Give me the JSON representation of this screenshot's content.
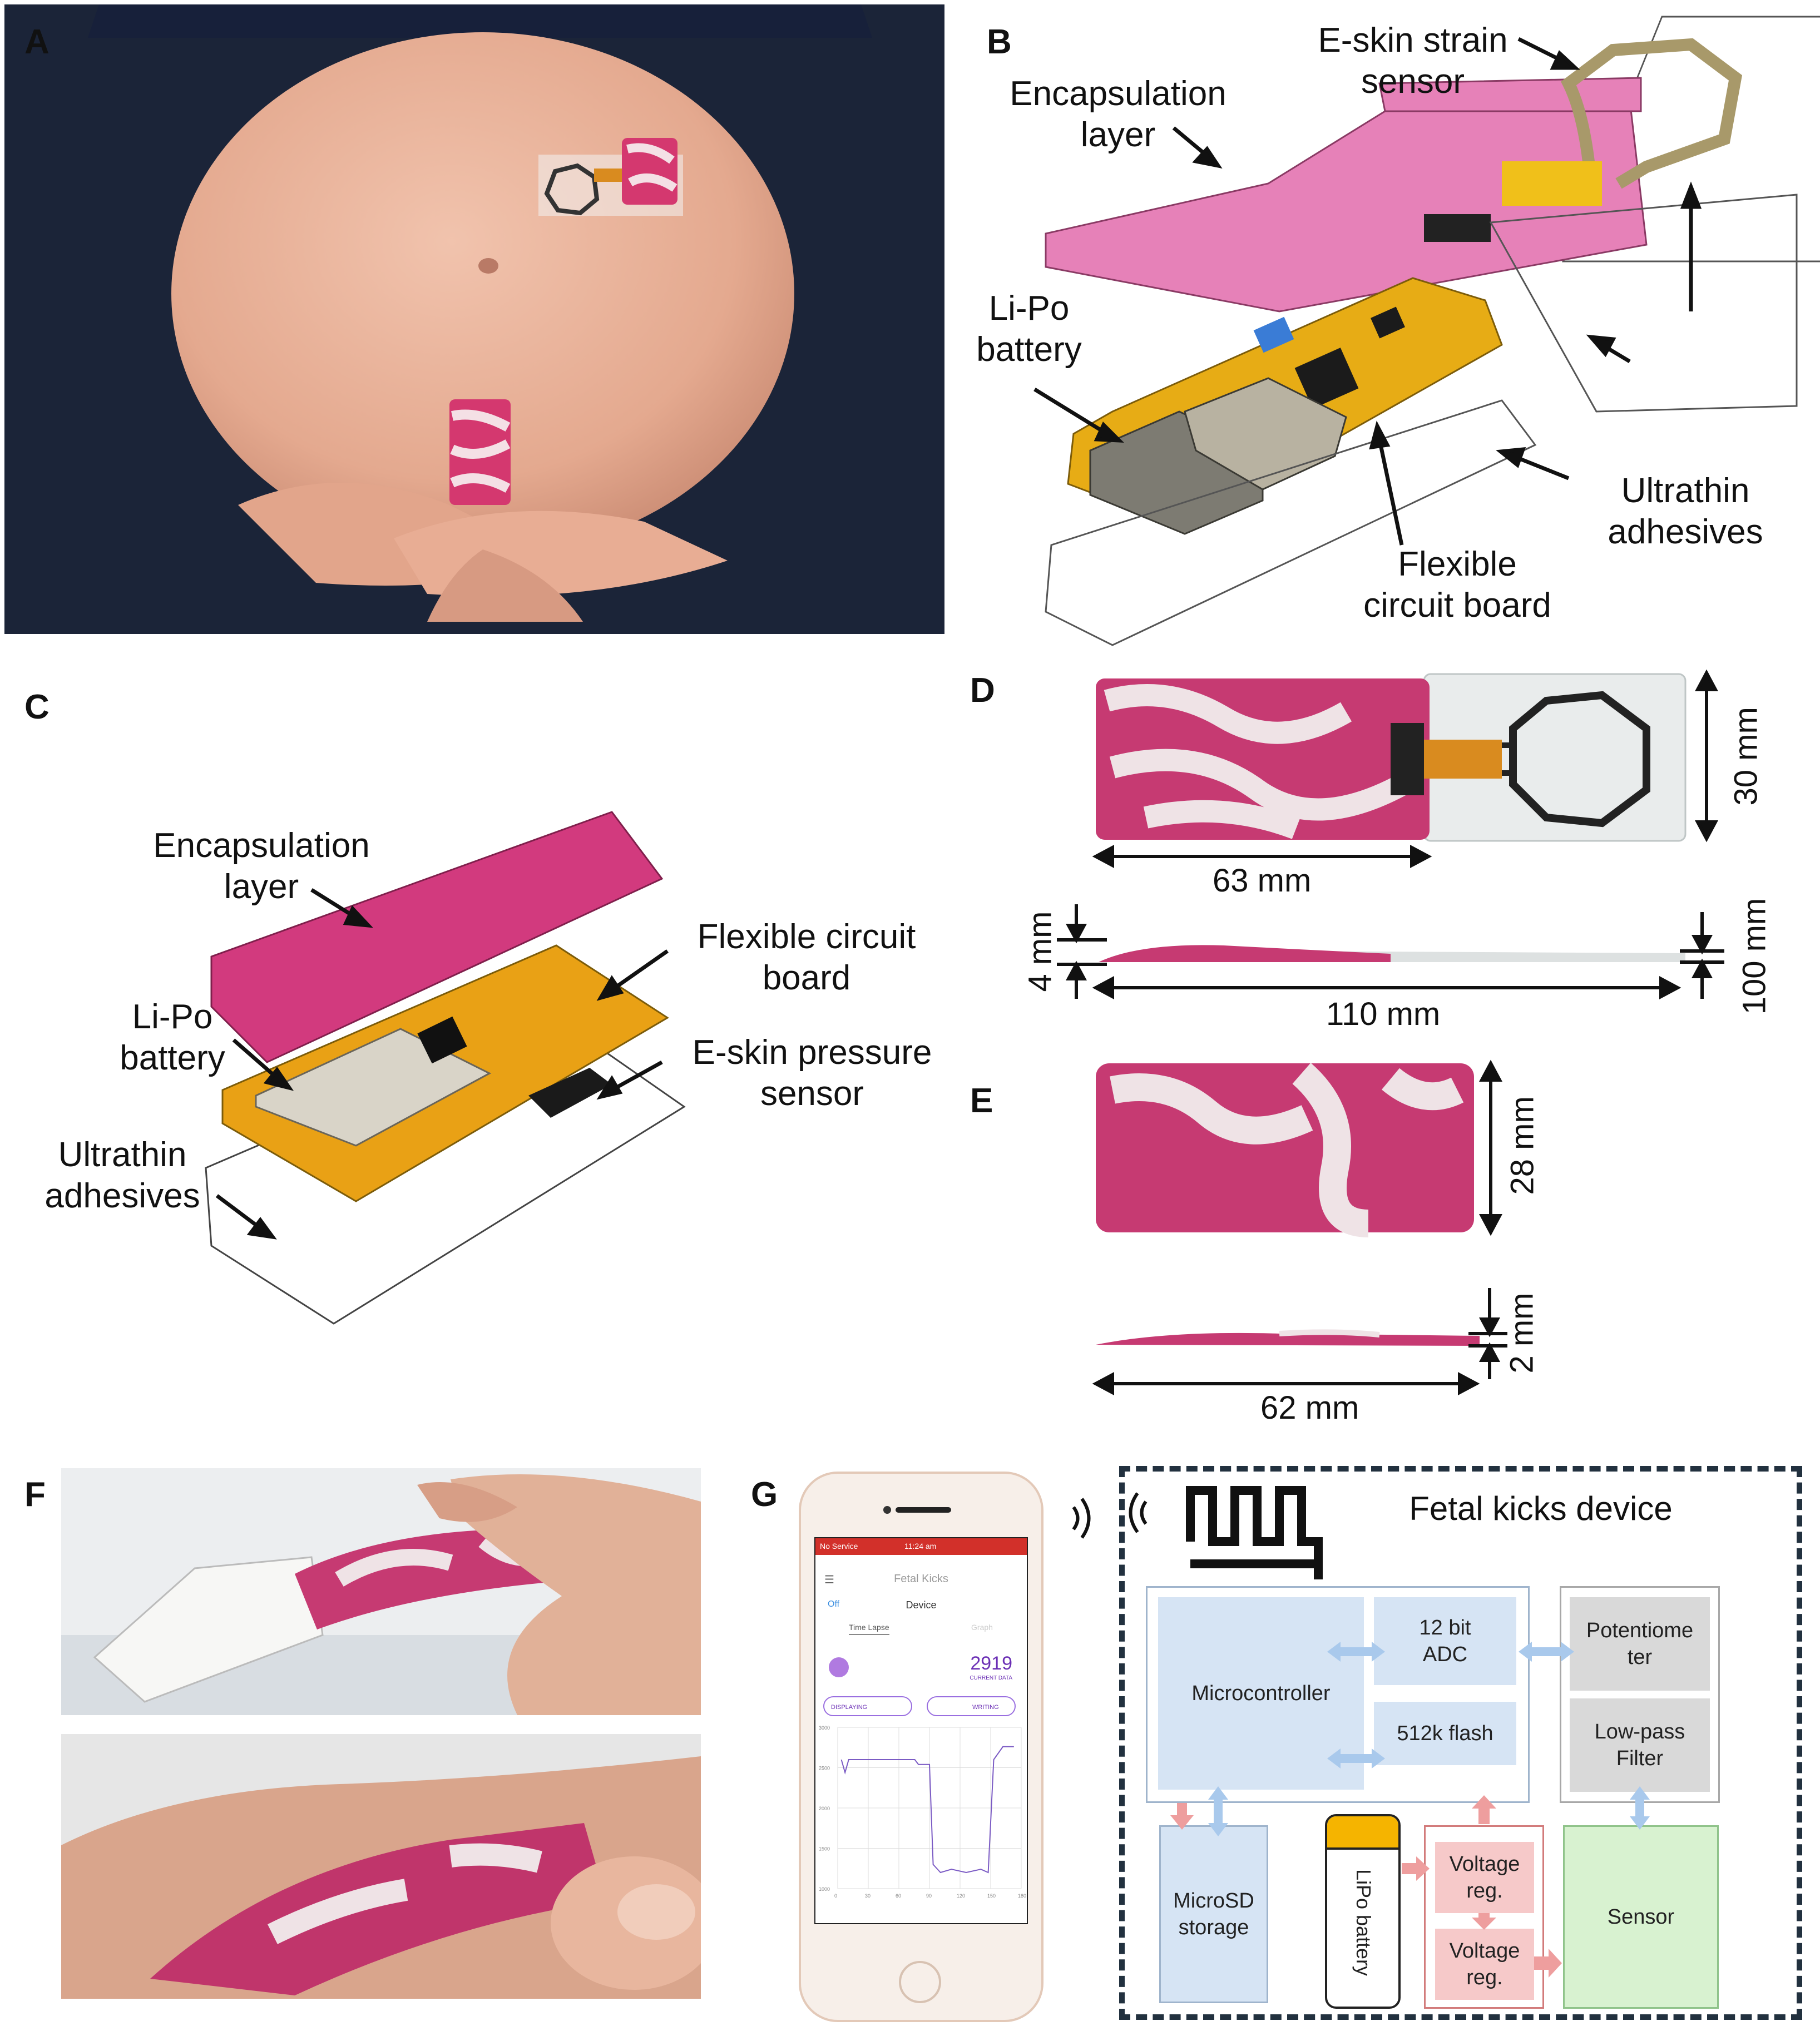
{
  "panels": {
    "a": {
      "letter": "A"
    },
    "b": {
      "letter": "B",
      "labels": {
        "encapsulation": "Encapsulation\nlayer",
        "eskin_strain": "E-skin strain\nsensor",
        "lipo": "Li-Po\nbattery",
        "ultrathin": "Ultrathin\nadhesives",
        "flex": "Flexible\ncircuit board"
      }
    },
    "c": {
      "letter": "C",
      "labels": {
        "encapsulation": "Encapsulation\nlayer",
        "flex": "Flexible circuit\nboard",
        "lipo": "Li-Po\nbattery",
        "eskin_pressure": "E-skin pressure\nsensor",
        "ultrathin": "Ultrathin\nadhesives"
      }
    },
    "d": {
      "letter": "D",
      "dims": {
        "height": "30 mm",
        "length_top": "63 mm",
        "thick_left": "4 mm",
        "thick_right": "100 mm",
        "length_bottom": "110 mm"
      }
    },
    "e": {
      "letter": "E",
      "dims": {
        "height": "28 mm",
        "thick": "2 mm",
        "length": "62 mm"
      }
    },
    "f": {
      "letter": "F"
    },
    "g": {
      "letter": "G",
      "phone": {
        "status": "No Service",
        "time": "11:24 am",
        "app_title": "Fetal Kicks",
        "toggle": "Off",
        "device_label": "Device",
        "tab_left": "Time Lapse",
        "tab_right": "Graph",
        "value": "2919",
        "value_caption": "CURRENT DATA",
        "btn_display": "DISPLAYING",
        "btn_write": "WRITING",
        "y_ticks": [
          "3000",
          "2500",
          "2000",
          "1500",
          "1000"
        ],
        "x_ticks": [
          "0",
          "30",
          "60",
          "90",
          "120",
          "150",
          "180"
        ]
      },
      "device_title": "Fetal kicks device",
      "blocks": {
        "mcu": "Microcontroller",
        "adc": "12 bit\nADC",
        "flash": "512k flash",
        "pot": "Potentiome\nter",
        "lpf": "Low-pass\nFilter",
        "sd": "MicroSD\nstorage",
        "battery": "LiPo battery",
        "vreg1": "Voltage\nreg.",
        "vreg2": "Voltage\nreg.",
        "sensor": "Sensor"
      },
      "colors": {
        "blue_block": "#d6e4f4",
        "gray_block": "#d9d9d9",
        "pink_block": "#f6c9c9",
        "green_block": "#d8f2d0",
        "blue_arrow": "#a9c9ec",
        "pink_arrow": "#ee9e9e",
        "battery_cap": "#f5b400"
      }
    }
  }
}
